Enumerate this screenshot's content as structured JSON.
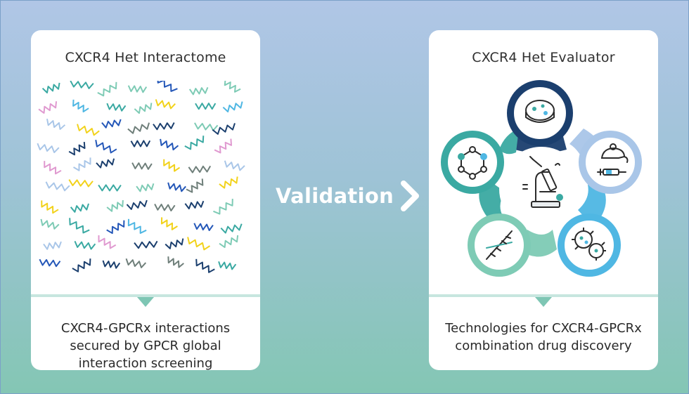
{
  "left_panel": {
    "title": "CXCR4 Het Interactome",
    "caption_lines": [
      "CXCR4-GPCRx interactions",
      "secured by GPCR global",
      "interaction screening"
    ]
  },
  "arrow": {
    "label": "Validation",
    "icon": "chevron-right-icon"
  },
  "right_panel": {
    "title": "CXCR4 Het Evaluator",
    "caption_lines": [
      "Technologies for CXCR4-GPCRx",
      "combination drug discovery"
    ],
    "center_icon": "microscope-icon",
    "satellites": [
      {
        "icon": "petri-dish-icon",
        "ring_color": "#1b3f6e"
      },
      {
        "icon": "mouse-syringe-icon",
        "ring_color": "#a9c6e8"
      },
      {
        "icon": "bacteria-icon",
        "ring_color": "#4fb7e3"
      },
      {
        "icon": "dna-helix-icon",
        "ring_color": "#7ecbb5"
      },
      {
        "icon": "molecule-icon",
        "ring_color": "#3aa9a2"
      }
    ]
  },
  "colors": {
    "background_top": "#b0c6e6",
    "background_bottom": "#84c6b4",
    "card": "#ffffff",
    "accent_mint": "#7ec6b4",
    "navy": "#1b3f6e",
    "teal": "#3aa9a2",
    "sky": "#4fb7e3",
    "yellow": "#f2d21b",
    "pink": "#e09ad0"
  }
}
